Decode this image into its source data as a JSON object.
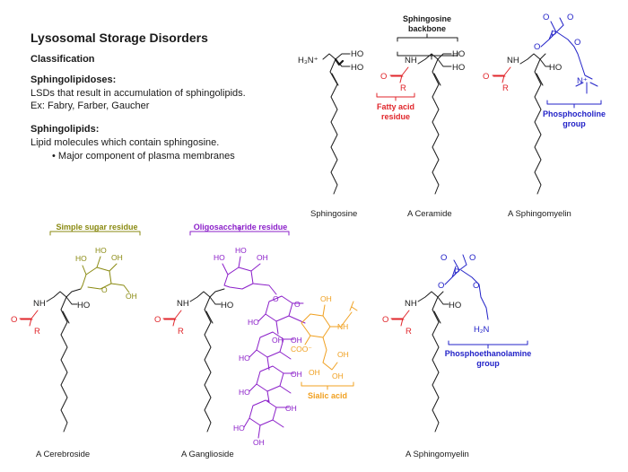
{
  "title": "Lysosomal Storage Disorders",
  "classification": "Classification",
  "sphingolipidoses": {
    "heading": "Sphingolipidoses:",
    "line1": "LSDs that result in accumulation of sphingolipids.",
    "line2": "Ex: Fabry, Farber, Gaucher"
  },
  "sphingolipids": {
    "heading": "Sphingolipids:",
    "line1": "Lipid molecules which contain sphingosine.",
    "bullet": "• Major component of plasma membranes"
  },
  "labels": {
    "sphingosine_backbone_1": "Sphingosine",
    "sphingosine_backbone_2": "backbone",
    "fatty_acid_1": "Fatty acid",
    "fatty_acid_2": "residue",
    "phosphocholine_1": "Phosphocholine",
    "phosphocholine_2": "group",
    "simple_sugar": "Simple sugar residue",
    "oligosaccharide": "Oligosaccharide residue",
    "sialic_acid": "Sialic acid",
    "phosphoethanolamine_1": "Phosphoethanolamine",
    "phosphoethanolamine_2": "group"
  },
  "captions": {
    "sphingosine": "Sphingosine",
    "ceramide": "A Ceramide",
    "sphingomyelin_top": "A Sphingomyelin",
    "cerebroside": "A Cerebroside",
    "ganglioside": "A Ganglioside",
    "sphingomyelin_bottom": "A Sphingomyelin"
  },
  "atoms": {
    "h3n": "H₃N⁺",
    "ho": "HO",
    "oh": "OH",
    "nh": "NH",
    "o": "O",
    "r": "R",
    "p": "P",
    "n_plus": "N⁺",
    "h2n": "H₂N",
    "coo": "COO⁻"
  },
  "colors": {
    "black": "#1a1a1a",
    "red": "#e0262b",
    "blue": "#2323c8",
    "olive": "#8a8a12",
    "purple": "#8b1fc9",
    "orange": "#f0a020"
  }
}
